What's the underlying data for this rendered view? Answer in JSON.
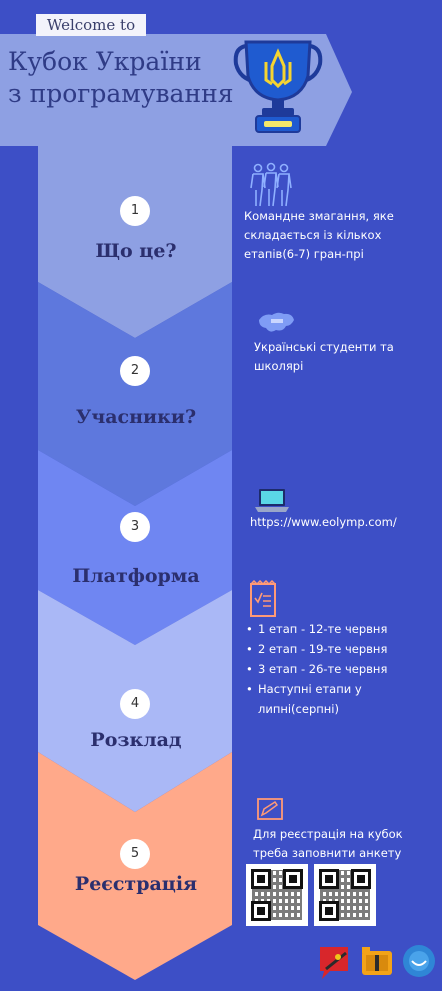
{
  "header": {
    "welcome": "Welcome to",
    "title_line1": "Кубок України",
    "title_line2": "з програмування"
  },
  "sections": [
    {
      "num": "1",
      "title": "Що це?",
      "color": "#8ea0e3"
    },
    {
      "num": "2",
      "title": "Учасники?",
      "color": "#5e78dd"
    },
    {
      "num": "3",
      "title": "Платформа",
      "color": "#6f86f2"
    },
    {
      "num": "4",
      "title": "Розклад",
      "color": "#aab8f6"
    },
    {
      "num": "5",
      "title": "Реєстрація",
      "color": "#ffa98a"
    }
  ],
  "info": {
    "what": "Командне змагання, яке складається із кількох етапів(6-7) гран-прі",
    "participants": "Українські студенти та школярі",
    "platform": "https://www.eolymp.com/",
    "schedule": [
      "1 етап - 12-те червня",
      "2 етап - 19-те червня",
      "3 етап - 26-те червня",
      "Наступні етапи у липні(серпні)"
    ],
    "registration": "Для реєстрація на кубок треба заповнити анкету"
  },
  "icons": [
    "trophy-icon",
    "people-icon",
    "ukraine-map-icon",
    "laptop-icon",
    "checklist-icon",
    "edit-icon",
    "bottom-logo-icons"
  ],
  "colors": {
    "background": "#3d4fc6",
    "header_banner": "#8ea0e3",
    "title_text": "#2f3b86"
  }
}
